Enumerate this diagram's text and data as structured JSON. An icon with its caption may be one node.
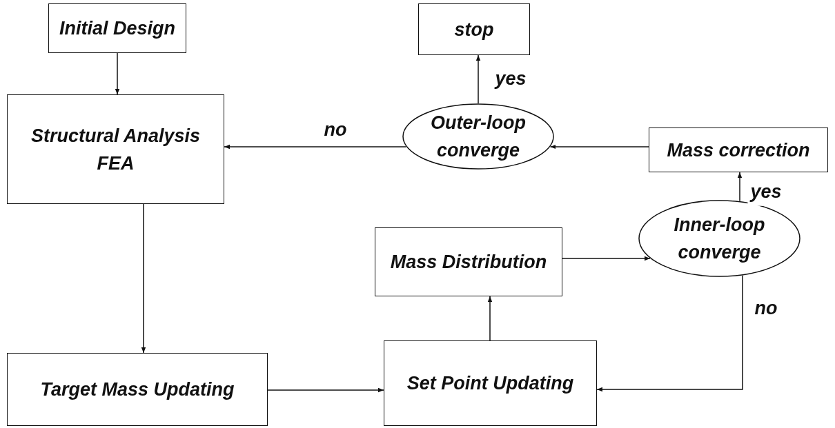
{
  "diagram": {
    "nodes": [
      {
        "text": [
          "Initial Design"
        ]
      },
      {
        "text": [
          "stop"
        ]
      },
      {
        "text": [
          "Outer-loop converge"
        ]
      },
      {
        "text": [
          "Mass correction"
        ]
      },
      {
        "text": [
          "Structural Analysis FEA"
        ]
      },
      {
        "text": [
          "Mass Distribution"
        ]
      },
      {
        "text": [
          "Inner-loop converge"
        ]
      },
      {
        "text": [
          "Target Mass Updating"
        ]
      },
      {
        "text": [
          "Set Point Updating"
        ]
      }
    ],
    "edges": [
      {
        "from": 0,
        "to": 4,
        "arrow": "to"
      },
      {
        "from": 4,
        "to": 7,
        "arrow": "to"
      },
      {
        "from": 7,
        "to": 8,
        "arrow": "to"
      },
      {
        "from": 8,
        "to": 5,
        "arrow": "to"
      },
      {
        "from": 5,
        "to": 6,
        "arrow": "to"
      },
      {
        "from": 6,
        "to": 3,
        "arrow": "to",
        "label": "yes"
      },
      {
        "from": 6,
        "to": 8,
        "arrow": "to",
        "label": "no"
      },
      {
        "from": 3,
        "to": 2,
        "arrow": "to"
      },
      {
        "from": 2,
        "to": 4,
        "arrow": "to",
        "label": "no"
      },
      {
        "from": 2,
        "to": 1,
        "arrow": "to",
        "label": "yes"
      }
    ]
  }
}
